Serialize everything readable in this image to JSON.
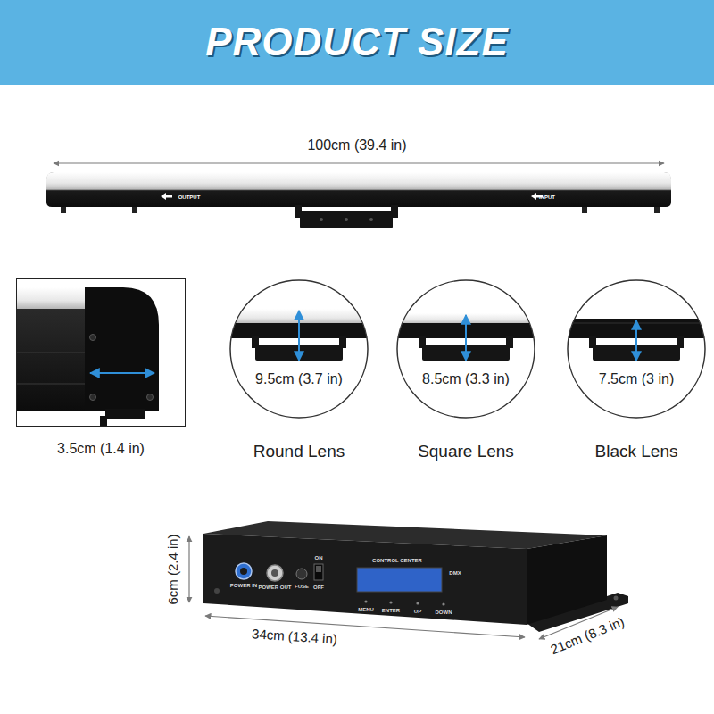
{
  "diagram": {
    "title": "PRODUCT SIZE",
    "nodes": [
      {
        "text": [
          "3.5cm (1.4 in)"
        ]
      },
      {
        "text": [
          "9.5cm (3.7 in)",
          "Round Lens"
        ]
      },
      {
        "text": [
          "8.5cm (3.3 in)",
          "Square Lens"
        ]
      },
      {
        "text": [
          "7.5cm (3 in)",
          "Black Lens"
        ]
      }
    ],
    "labels": [
      "100cm (39.4 in)",
      "OUTPUT",
      "INPUT",
      "6cm (2.4 in)",
      "34cm (13.4 in)",
      "21cm (8.3 in)",
      "POWER IN",
      "POWER OUT",
      "FUSE",
      "ON",
      "OFF",
      "CONTROL CENTER",
      "DMX",
      "MENU",
      "ENTER",
      "UP",
      "DOWN"
    ]
  }
}
